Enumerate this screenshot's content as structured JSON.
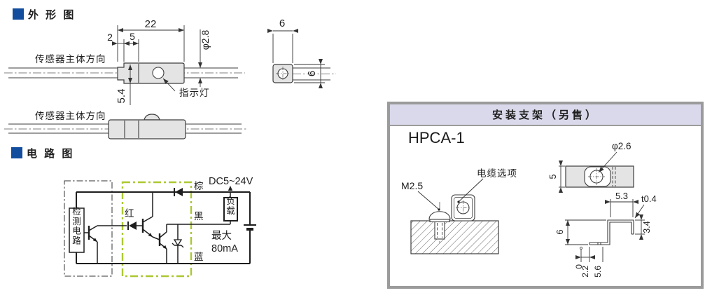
{
  "colors": {
    "accent_blue": "#124d9e",
    "panel_border": "#9b9b9b",
    "panel_header_bg": "#d9d9eb",
    "drawing_fill_gray": "#e4e4e4",
    "circuit_green_dash": "#abc832",
    "line": "#3d3d3d"
  },
  "outline_section": {
    "title": "外 形 图",
    "top_view": {
      "direction_label": "传感器主体方向",
      "indicator_label": "指示灯",
      "dim_body_length": "22",
      "dim_step": "2",
      "dim_window": "5",
      "dim_cable_dia": "φ2.8",
      "dim_body_height": "5.4"
    },
    "side_view": {
      "direction_label": "传感器主体方向"
    },
    "end_view": {
      "dim_width": "6",
      "dim_height": "6"
    }
  },
  "circuit_section": {
    "title": "电 路 图",
    "detection_circuit_label": "检测电路",
    "led_label": "红",
    "wire_brown_label": "棕",
    "wire_black_label": "黑",
    "wire_blue_label": "蓝",
    "supply_label": "DC5~24V",
    "load_label": "负载",
    "max_current_line1": "最大",
    "max_current_line2": "80mA"
  },
  "bracket_panel": {
    "header": "安装支架（另售）",
    "model": "HPCA-1",
    "screw_label": "M2.5",
    "cable_option_label": "电缆选项",
    "plan_view": {
      "dim_hole": "φ2.6",
      "dim_width": "5"
    },
    "profile_view": {
      "dim_top": "5.3",
      "dim_thickness": "t0.4",
      "dim_height": "6",
      "dim_drop": "3.4",
      "dim_zero": "0",
      "dim_2_2": "2.2",
      "dim_5_6": "5.6"
    }
  }
}
